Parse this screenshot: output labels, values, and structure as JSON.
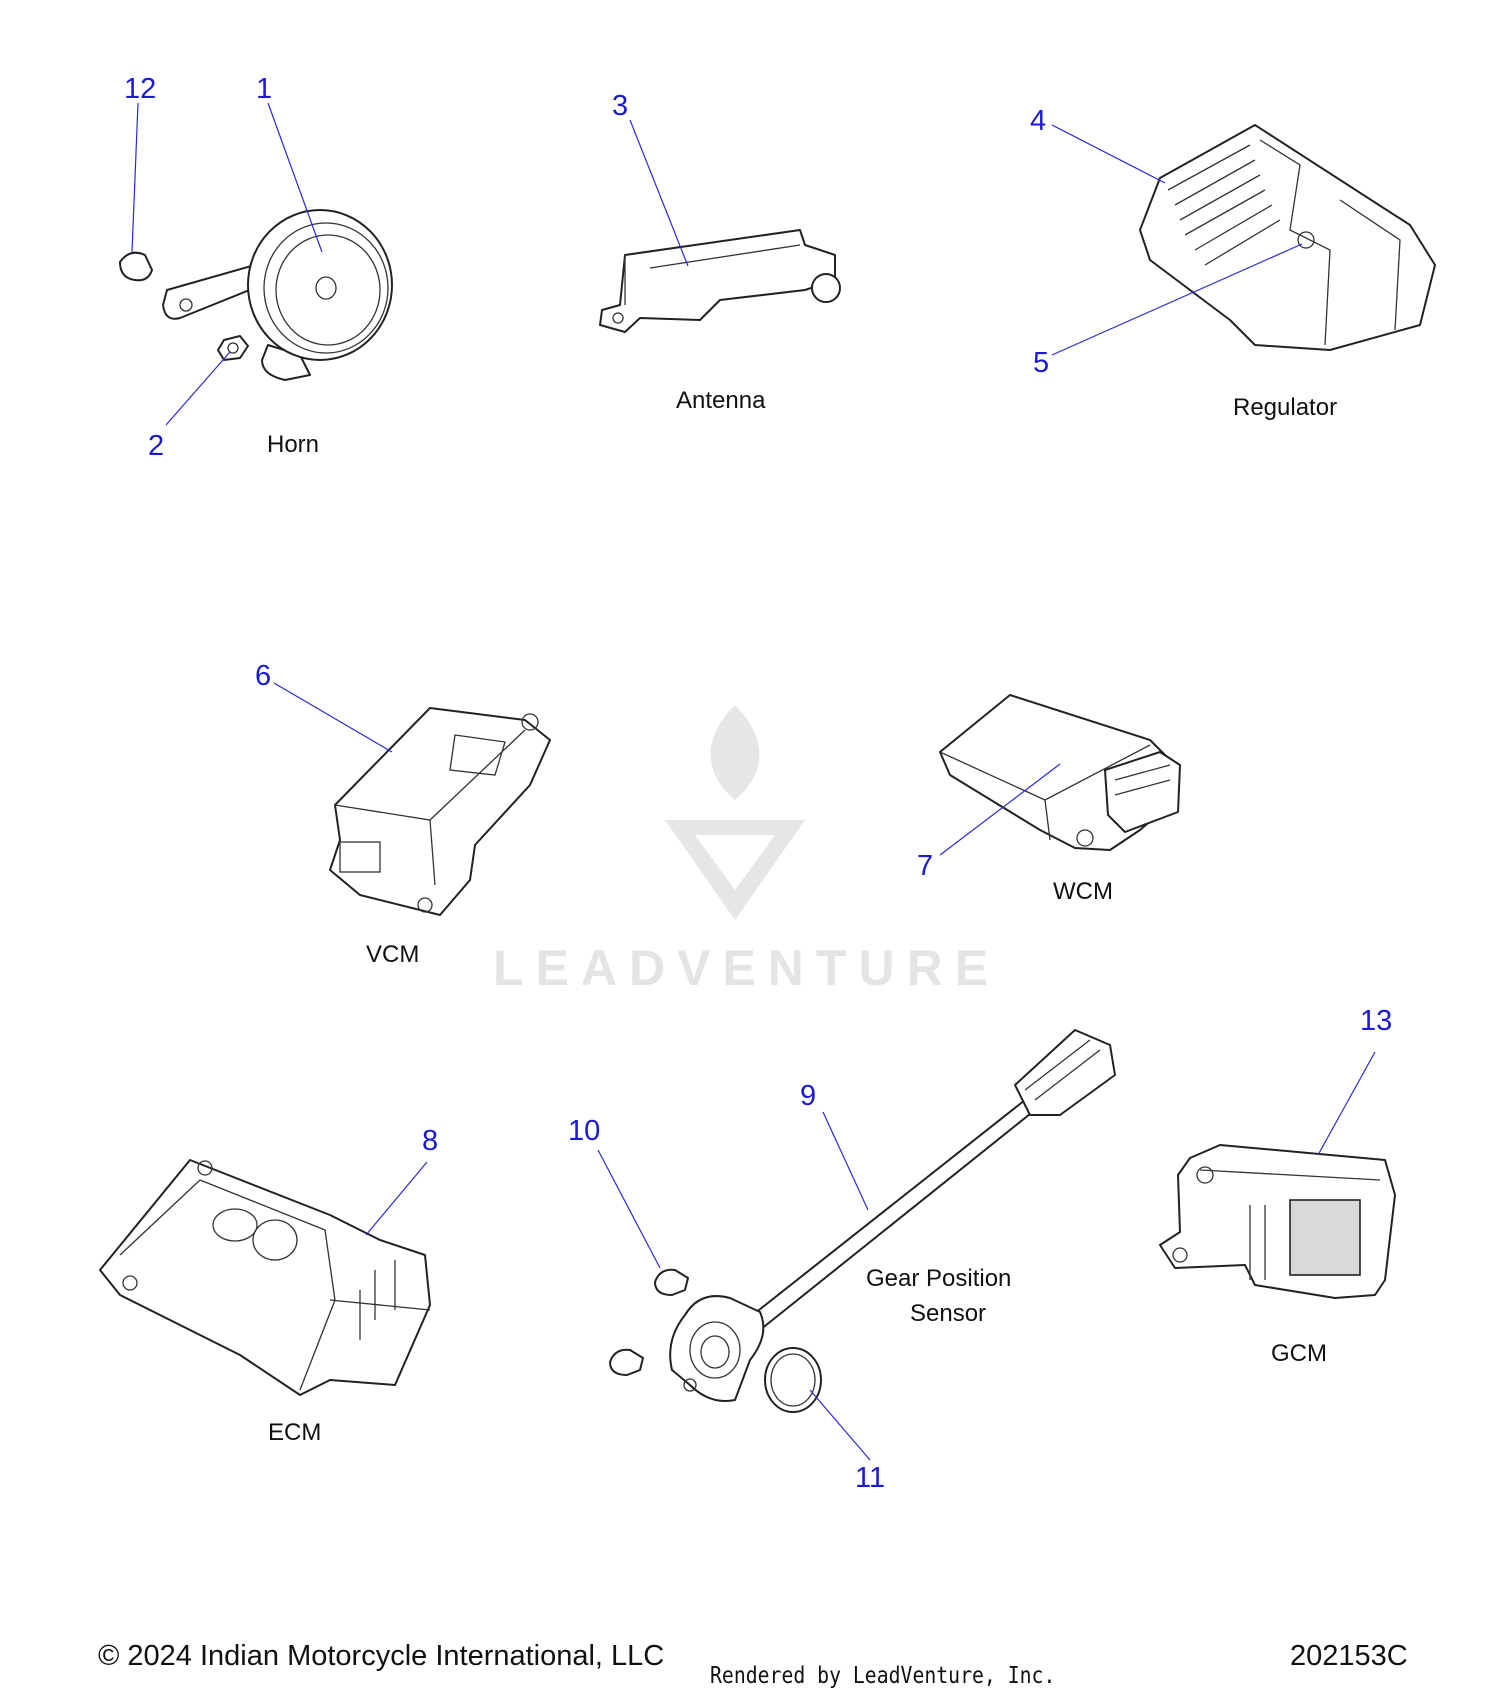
{
  "callouts": {
    "c1": "1",
    "c2": "2",
    "c3": "3",
    "c4": "4",
    "c5": "5",
    "c6": "6",
    "c7": "7",
    "c8": "8",
    "c9": "9",
    "c10": "10",
    "c11": "11",
    "c12": "12",
    "c13": "13"
  },
  "labels": {
    "horn": "Horn",
    "antenna": "Antenna",
    "regulator": "Regulator",
    "vcm": "VCM",
    "wcm": "WCM",
    "ecm": "ECM",
    "gear_line1": "Gear Position",
    "gear_line2": "Sensor",
    "gcm": "GCM"
  },
  "watermark": "LEADVENTURE",
  "footer": {
    "copyright": "© 2024 Indian Motorcycle International, LLC",
    "rendered_by": "Rendered by LeadVenture, Inc.",
    "diagram_code": "202153C"
  },
  "colors": {
    "callout": "#1a1ad6",
    "leader": "#2a2ad8",
    "watermark": "#e4e4e4"
  }
}
